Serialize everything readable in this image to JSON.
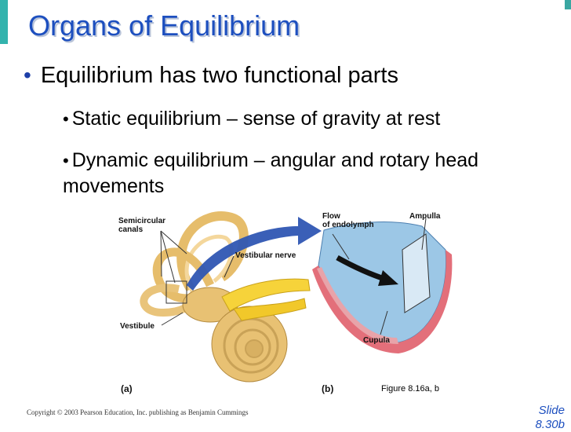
{
  "slide": {
    "title": "Organs of Equilibrium",
    "bullets": {
      "main": "Equilibrium has two functional parts",
      "sub1": "Static equilibrium – sense of gravity at rest",
      "sub2": "Dynamic equilibrium – angular and rotary head movements"
    }
  },
  "figure": {
    "labels": {
      "semicircular_canals_line1": "Semicircular",
      "semicircular_canals_line2": "canals",
      "vestibular_nerve": "Vestibular nerve",
      "vestibule": "Vestibule",
      "flow_line1": "Flow",
      "flow_line2": "of endolymph",
      "ampulla": "Ampulla",
      "cupula": "Cupula",
      "panel_a": "(a)",
      "panel_b": "(b)"
    },
    "caption": "Figure 8.16a, b",
    "colors": {
      "bone_tan": "#e8c173",
      "nerve_yellow": "#f6d33a",
      "arrow_blue": "#2f56b3",
      "fluid_blue": "#9cc7e6"
    }
  },
  "footer": {
    "copyright": "Copyright © 2003 Pearson Education, Inc. publishing as Benjamin Cummings",
    "slide_line1": "Slide",
    "slide_line2": "8.30b"
  },
  "theme": {
    "accent": "#33b3ad",
    "title_color": "#1d4fbf"
  }
}
